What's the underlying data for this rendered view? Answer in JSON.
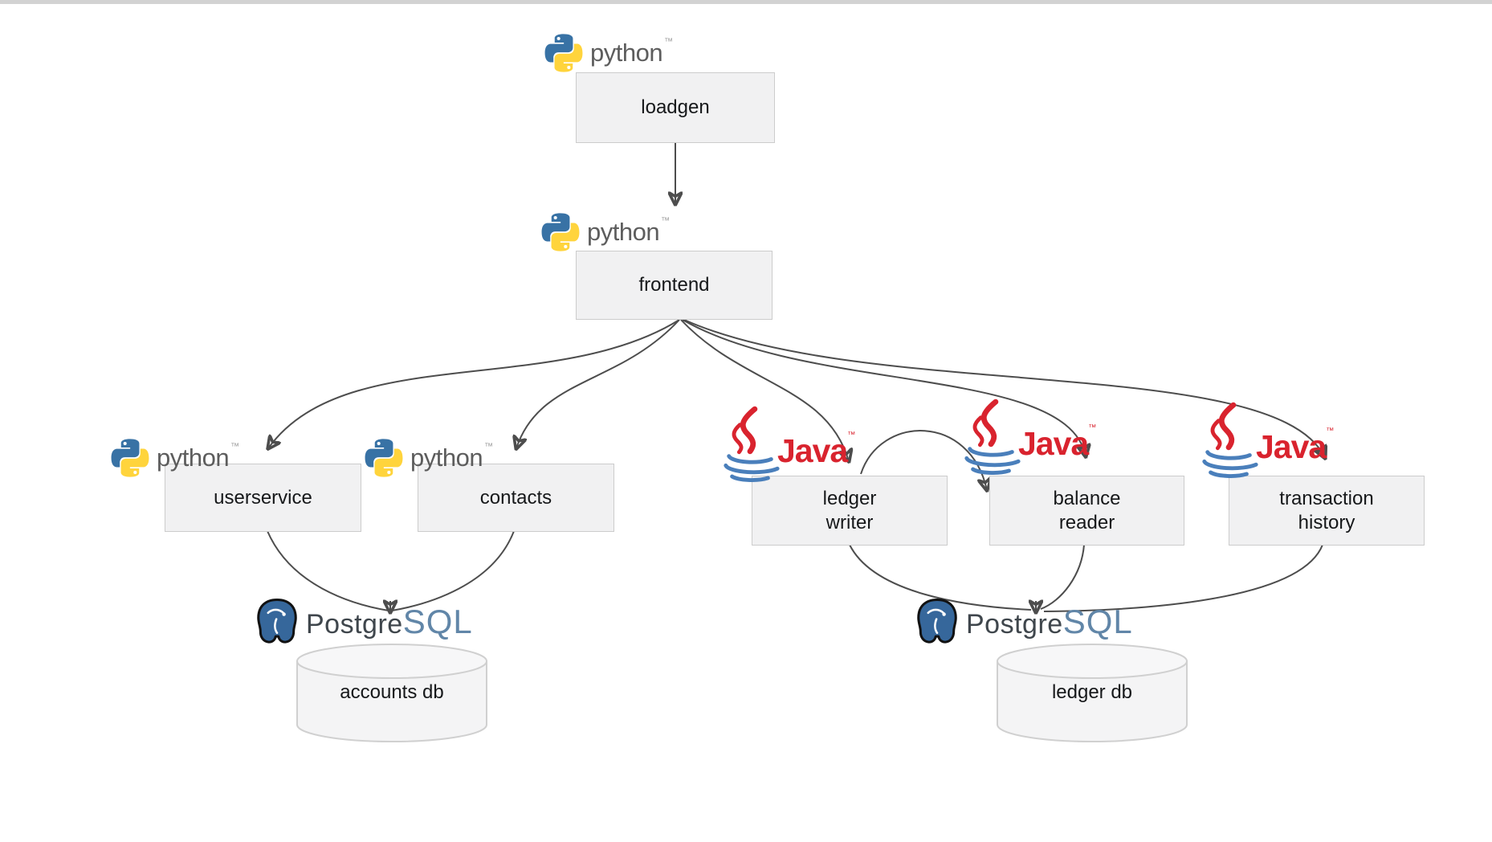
{
  "diagram": {
    "description_colors": {
      "arrow": "#4d4d4d",
      "box_fill": "#f1f1f2",
      "box_border": "#cccccc",
      "top_bar": "#d2d2d2",
      "python_blue": "#3872a5",
      "python_yellow": "#ffd43c",
      "python_wordmark_gray": "#5d5d5d",
      "java_red": "#d9232e",
      "java_blue": "#4a7fbb",
      "postgres_elephant_blue": "#36679b",
      "postgres_text_dark": "#3f464c",
      "postgres_text_blue": "#6186a8"
    }
  },
  "logos": {
    "python": {
      "wordmark": "python",
      "tm": "™"
    },
    "java": {
      "wordmark": "Java",
      "tm": "™"
    },
    "postgresql": {
      "word_dark": "Postgre",
      "word_blue": "SQL"
    }
  },
  "nodes": {
    "loadgen": {
      "lines": [
        "loadgen"
      ],
      "tech": "python"
    },
    "frontend": {
      "lines": [
        "frontend"
      ],
      "tech": "python"
    },
    "userservice": {
      "lines": [
        "userservice"
      ],
      "tech": "python"
    },
    "contacts": {
      "lines": [
        "contacts"
      ],
      "tech": "python"
    },
    "ledger_writer": {
      "lines": [
        "ledger",
        "writer"
      ],
      "tech": "java"
    },
    "balance_reader": {
      "lines": [
        "balance",
        "reader"
      ],
      "tech": "java"
    },
    "transaction_history": {
      "lines": [
        "transaction",
        "history"
      ],
      "tech": "java"
    },
    "accounts_db": {
      "lines": [
        "accounts db"
      ],
      "tech": "postgresql"
    },
    "ledger_db": {
      "lines": [
        "ledger db"
      ],
      "tech": "postgresql"
    }
  },
  "edges": [
    {
      "from": "loadgen",
      "to": "frontend"
    },
    {
      "from": "frontend",
      "to": "userservice"
    },
    {
      "from": "frontend",
      "to": "contacts"
    },
    {
      "from": "frontend",
      "to": "ledger_writer"
    },
    {
      "from": "frontend",
      "to": "balance_reader"
    },
    {
      "from": "frontend",
      "to": "transaction_history"
    },
    {
      "from": "ledger_writer",
      "to": "balance_reader"
    },
    {
      "from": "userservice",
      "to": "accounts_db"
    },
    {
      "from": "contacts",
      "to": "accounts_db"
    },
    {
      "from": "ledger_writer",
      "to": "ledger_db"
    },
    {
      "from": "balance_reader",
      "to": "ledger_db"
    },
    {
      "from": "transaction_history",
      "to": "ledger_db"
    }
  ]
}
